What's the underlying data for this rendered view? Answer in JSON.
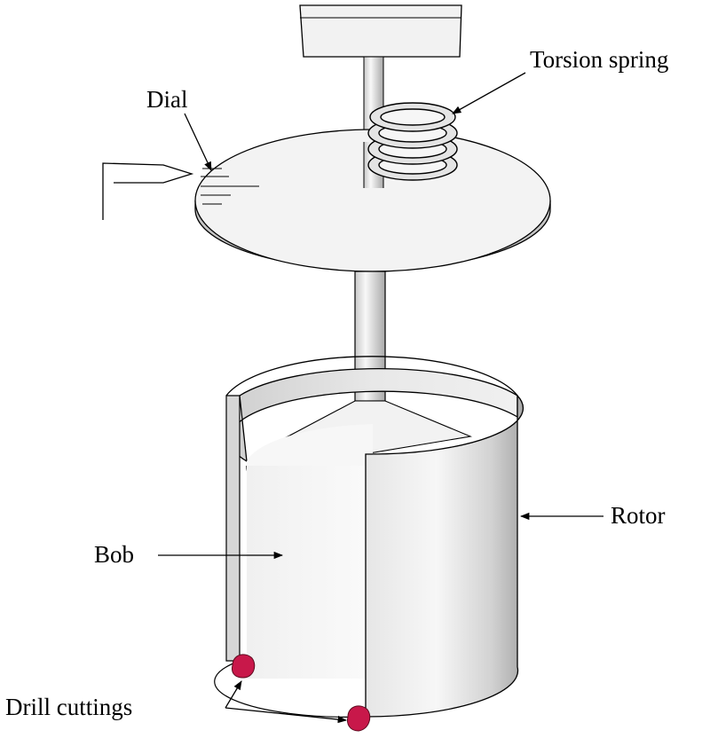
{
  "labels": {
    "torsion_spring": "Torsion spring",
    "dial": "Dial",
    "rotor": "Rotor",
    "bob": "Bob",
    "drill_cuttings": "Drill cuttings"
  },
  "colors": {
    "outline": "#000000",
    "surface_light": "#f4f4f4",
    "surface_mid": "#dcdcdc",
    "surface_dark": "#b4b4b4",
    "cuttings": "#c8184a"
  }
}
